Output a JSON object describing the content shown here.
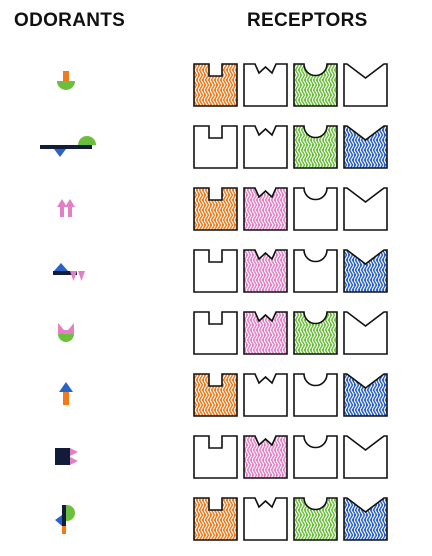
{
  "headers": {
    "odorants": "ODORANTS",
    "receptors": "RECEPTORS"
  },
  "colors": {
    "orange": "#f07a1c",
    "green": "#6cbf3c",
    "pink": "#e27fc6",
    "blue": "#2b62c9",
    "black": "#121b3a",
    "white": "#ffffff"
  },
  "receptor_types": [
    "square-notch",
    "w-notch",
    "round-notch",
    "v-notch"
  ],
  "rows": [
    {
      "odorant": "mushroom-shape",
      "receptors": [
        "orange",
        "white",
        "green",
        "white"
      ]
    },
    {
      "odorant": "bar-triangle-semicircle",
      "receptors": [
        "white",
        "white",
        "green",
        "blue"
      ]
    },
    {
      "odorant": "pink-twin-arrows",
      "receptors": [
        "orange",
        "pink",
        "white",
        "white"
      ]
    },
    {
      "odorant": "triangle-bar-pink-tris",
      "receptors": [
        "white",
        "pink",
        "white",
        "blue"
      ]
    },
    {
      "odorant": "pink-cup-green-base",
      "receptors": [
        "white",
        "pink",
        "green",
        "white"
      ]
    },
    {
      "odorant": "blue-arrow-orange-stem",
      "receptors": [
        "orange",
        "white",
        "white",
        "blue"
      ]
    },
    {
      "odorant": "dark-square-pink-tris",
      "receptors": [
        "white",
        "pink",
        "white",
        "white"
      ]
    },
    {
      "odorant": "green-p-shape",
      "receptors": [
        "orange",
        "white",
        "green",
        "blue"
      ]
    }
  ]
}
